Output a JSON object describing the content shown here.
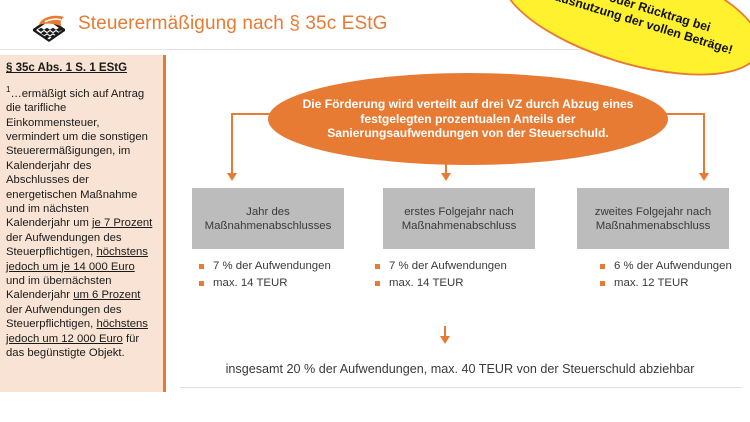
{
  "header": {
    "title": "Steuerermäßigung nach § 35c EStG",
    "logo_name": "graduation-cap-envelope-logo"
  },
  "law_panel": {
    "heading": "§ 35c Abs. 1 S. 1 EStG",
    "superscript": "1",
    "body": "…ermäßigt sich auf Antrag die tarifliche Einkommensteuer, vermindert um die sonstigen Steuerermäßigungen, im Kalenderjahr des Abschlusses der energetischen Maßnahme und im nächsten Kalenderjahr um je 7 Prozent der Aufwendungen des Steuerpflichtigen, höchstens jedoch um je 14 000 Euro und im übernächsten Kalenderjahr um 6 Prozent der Aufwendungen des Steuerpflichtigen, höchstens jedoch um 12 000 Euro für das begünstigte Objekt."
  },
  "callout": {
    "text": "kein Vor- oder Rücktrag bei Nichtausnutzung der vollen Beträge!"
  },
  "main_node": {
    "text": "Die Förderung wird verteilt auf drei VZ durch Abzug eines festgelegten prozentualen Anteils der Sanierungsaufwendungen von der Steuerschuld."
  },
  "columns": [
    {
      "box_label": "Jahr des Maßnahmenabschlusses",
      "bullets": [
        "7 % der Aufwendungen",
        "max. 14 TEUR"
      ]
    },
    {
      "box_label": "erstes Folgejahr nach Maßnahmenabschluss",
      "bullets": [
        "7 % der Aufwendungen",
        "max. 14 TEUR"
      ]
    },
    {
      "box_label": "zweites Folgejahr nach Maßnahmenabschluss",
      "bullets": [
        "6 % der Aufwendungen",
        "max. 12 TEUR"
      ]
    }
  ],
  "summary": {
    "text": "insgesamt 20 % der Aufwendungen, max. 40 TEUR von der Steuerschuld abziehbar"
  },
  "colors": {
    "accent_orange": "#E87B33",
    "callout_yellow": "#FFF12E",
    "box_gray": "#BCBCBC",
    "panel_peach": "#F8E3D4"
  }
}
